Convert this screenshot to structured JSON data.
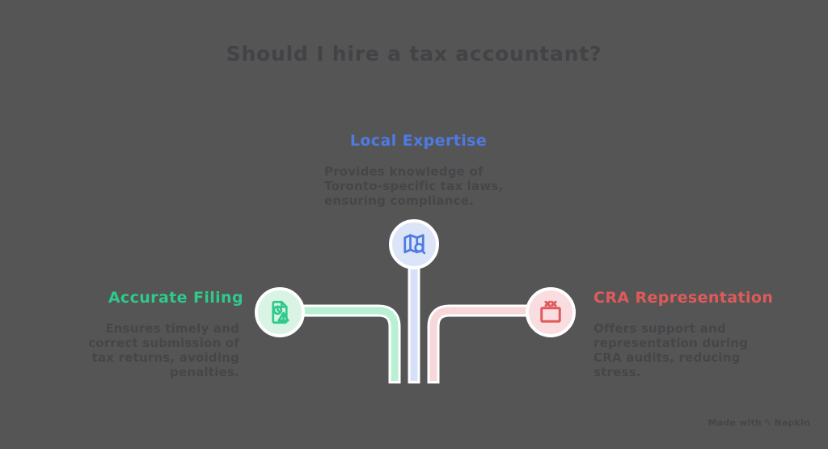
{
  "background_color": "#555555",
  "title": {
    "text": "Should I hire a tax accountant?",
    "color": "#434347"
  },
  "text_color": "#46464a",
  "branches": [
    {
      "label": "Local Expertise",
      "description": "Provides knowledge of Toronto-specific tax laws, ensuring compliance.",
      "accent_color": "#4d7ae4",
      "circle_fill": "#dce5f8",
      "line_color": "#d6e0f7",
      "icon": "map-search-icon"
    },
    {
      "label": "Accurate Filing",
      "description": "Ensures timely and correct submission of tax returns, avoiding penalties.",
      "accent_color": "#2fc98c",
      "circle_fill": "#d9f3e4",
      "line_color": "#b9efd3",
      "icon": "document-warning-icon"
    },
    {
      "label": "CRA Representation",
      "description": "Offers support and representation during CRA audits, reducing stress.",
      "accent_color": "#e05a5a",
      "circle_fill": "#fadde0",
      "line_color": "#f8d7da",
      "icon": "window-error-icon"
    }
  ],
  "watermark": {
    "prefix": "Made with",
    "icon": "✎",
    "brand": "Napkin"
  }
}
